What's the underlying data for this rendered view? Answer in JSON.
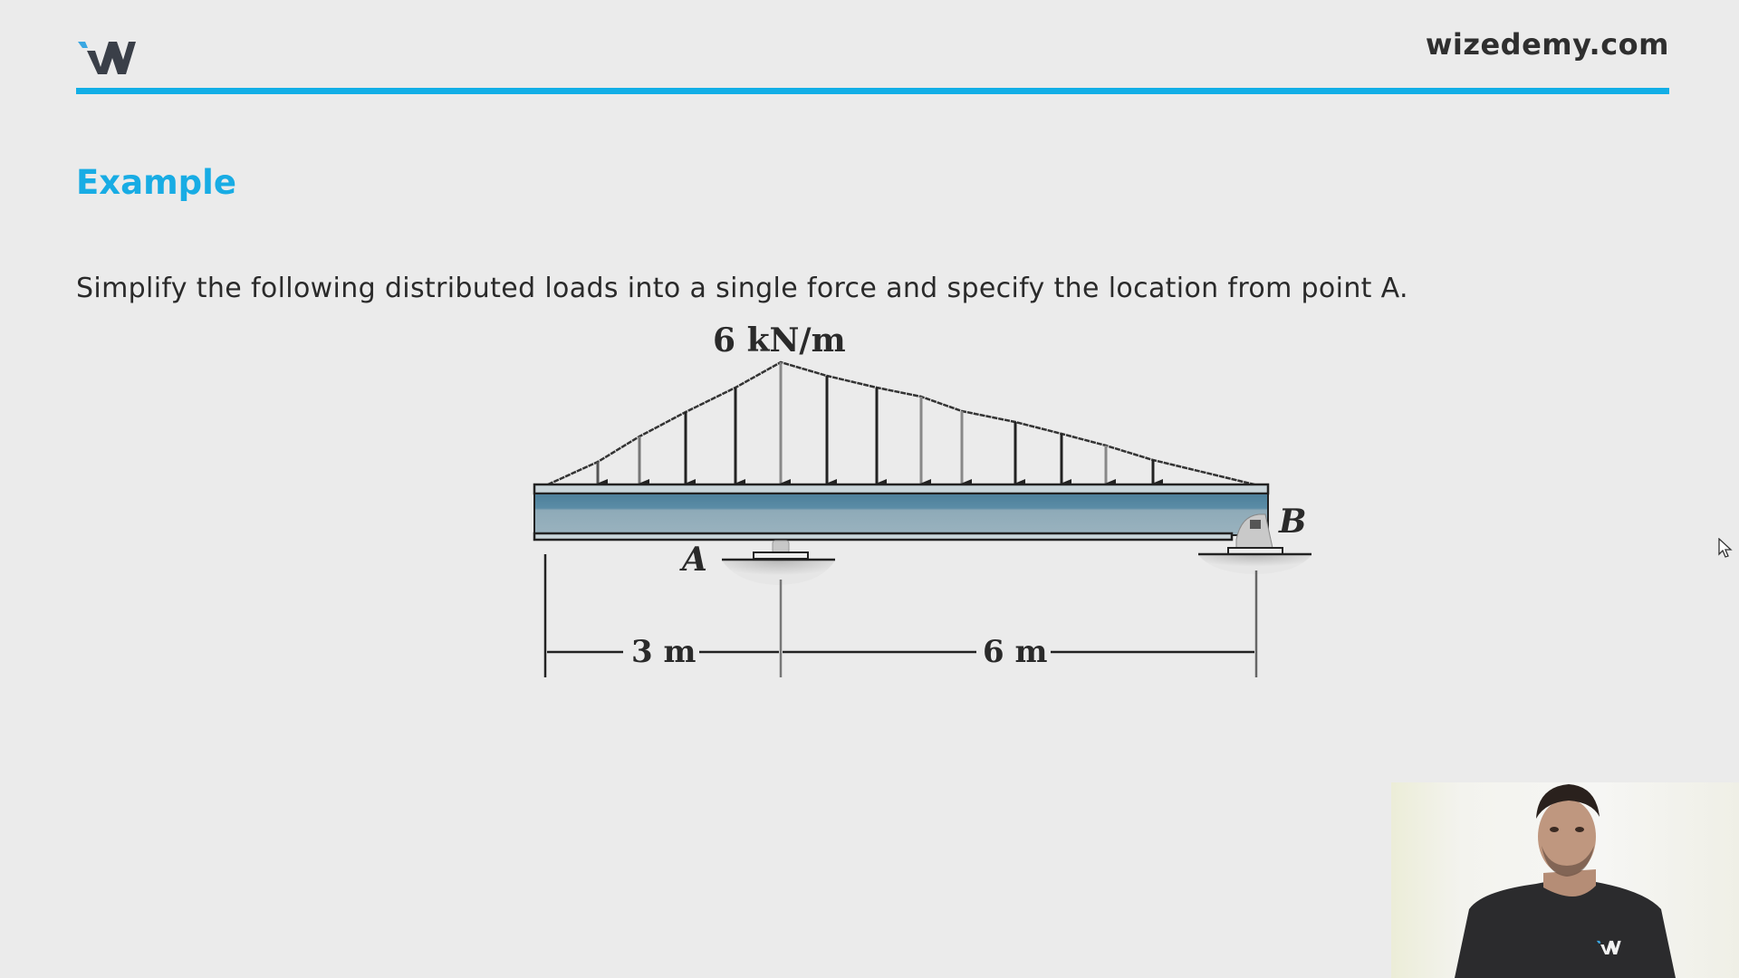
{
  "header": {
    "logo_icon": "wizedemy-w-logo",
    "site_name": "wizedemy.com",
    "accent_color": "#12aee6"
  },
  "slide": {
    "title": "Example",
    "prompt": "Simplify the following distributed loads into a single force and specify the location from point A."
  },
  "figure": {
    "load_label": "6 kN/m",
    "support_a_label": "A",
    "support_b_label": "B",
    "dim_1": "3 m",
    "dim_2": "6 m",
    "beam_color": "#4f84a0"
  },
  "webcam": {
    "shirt_logo": "wizedemy-w-logo"
  },
  "cursor": {
    "icon": "mouse-pointer-icon"
  }
}
